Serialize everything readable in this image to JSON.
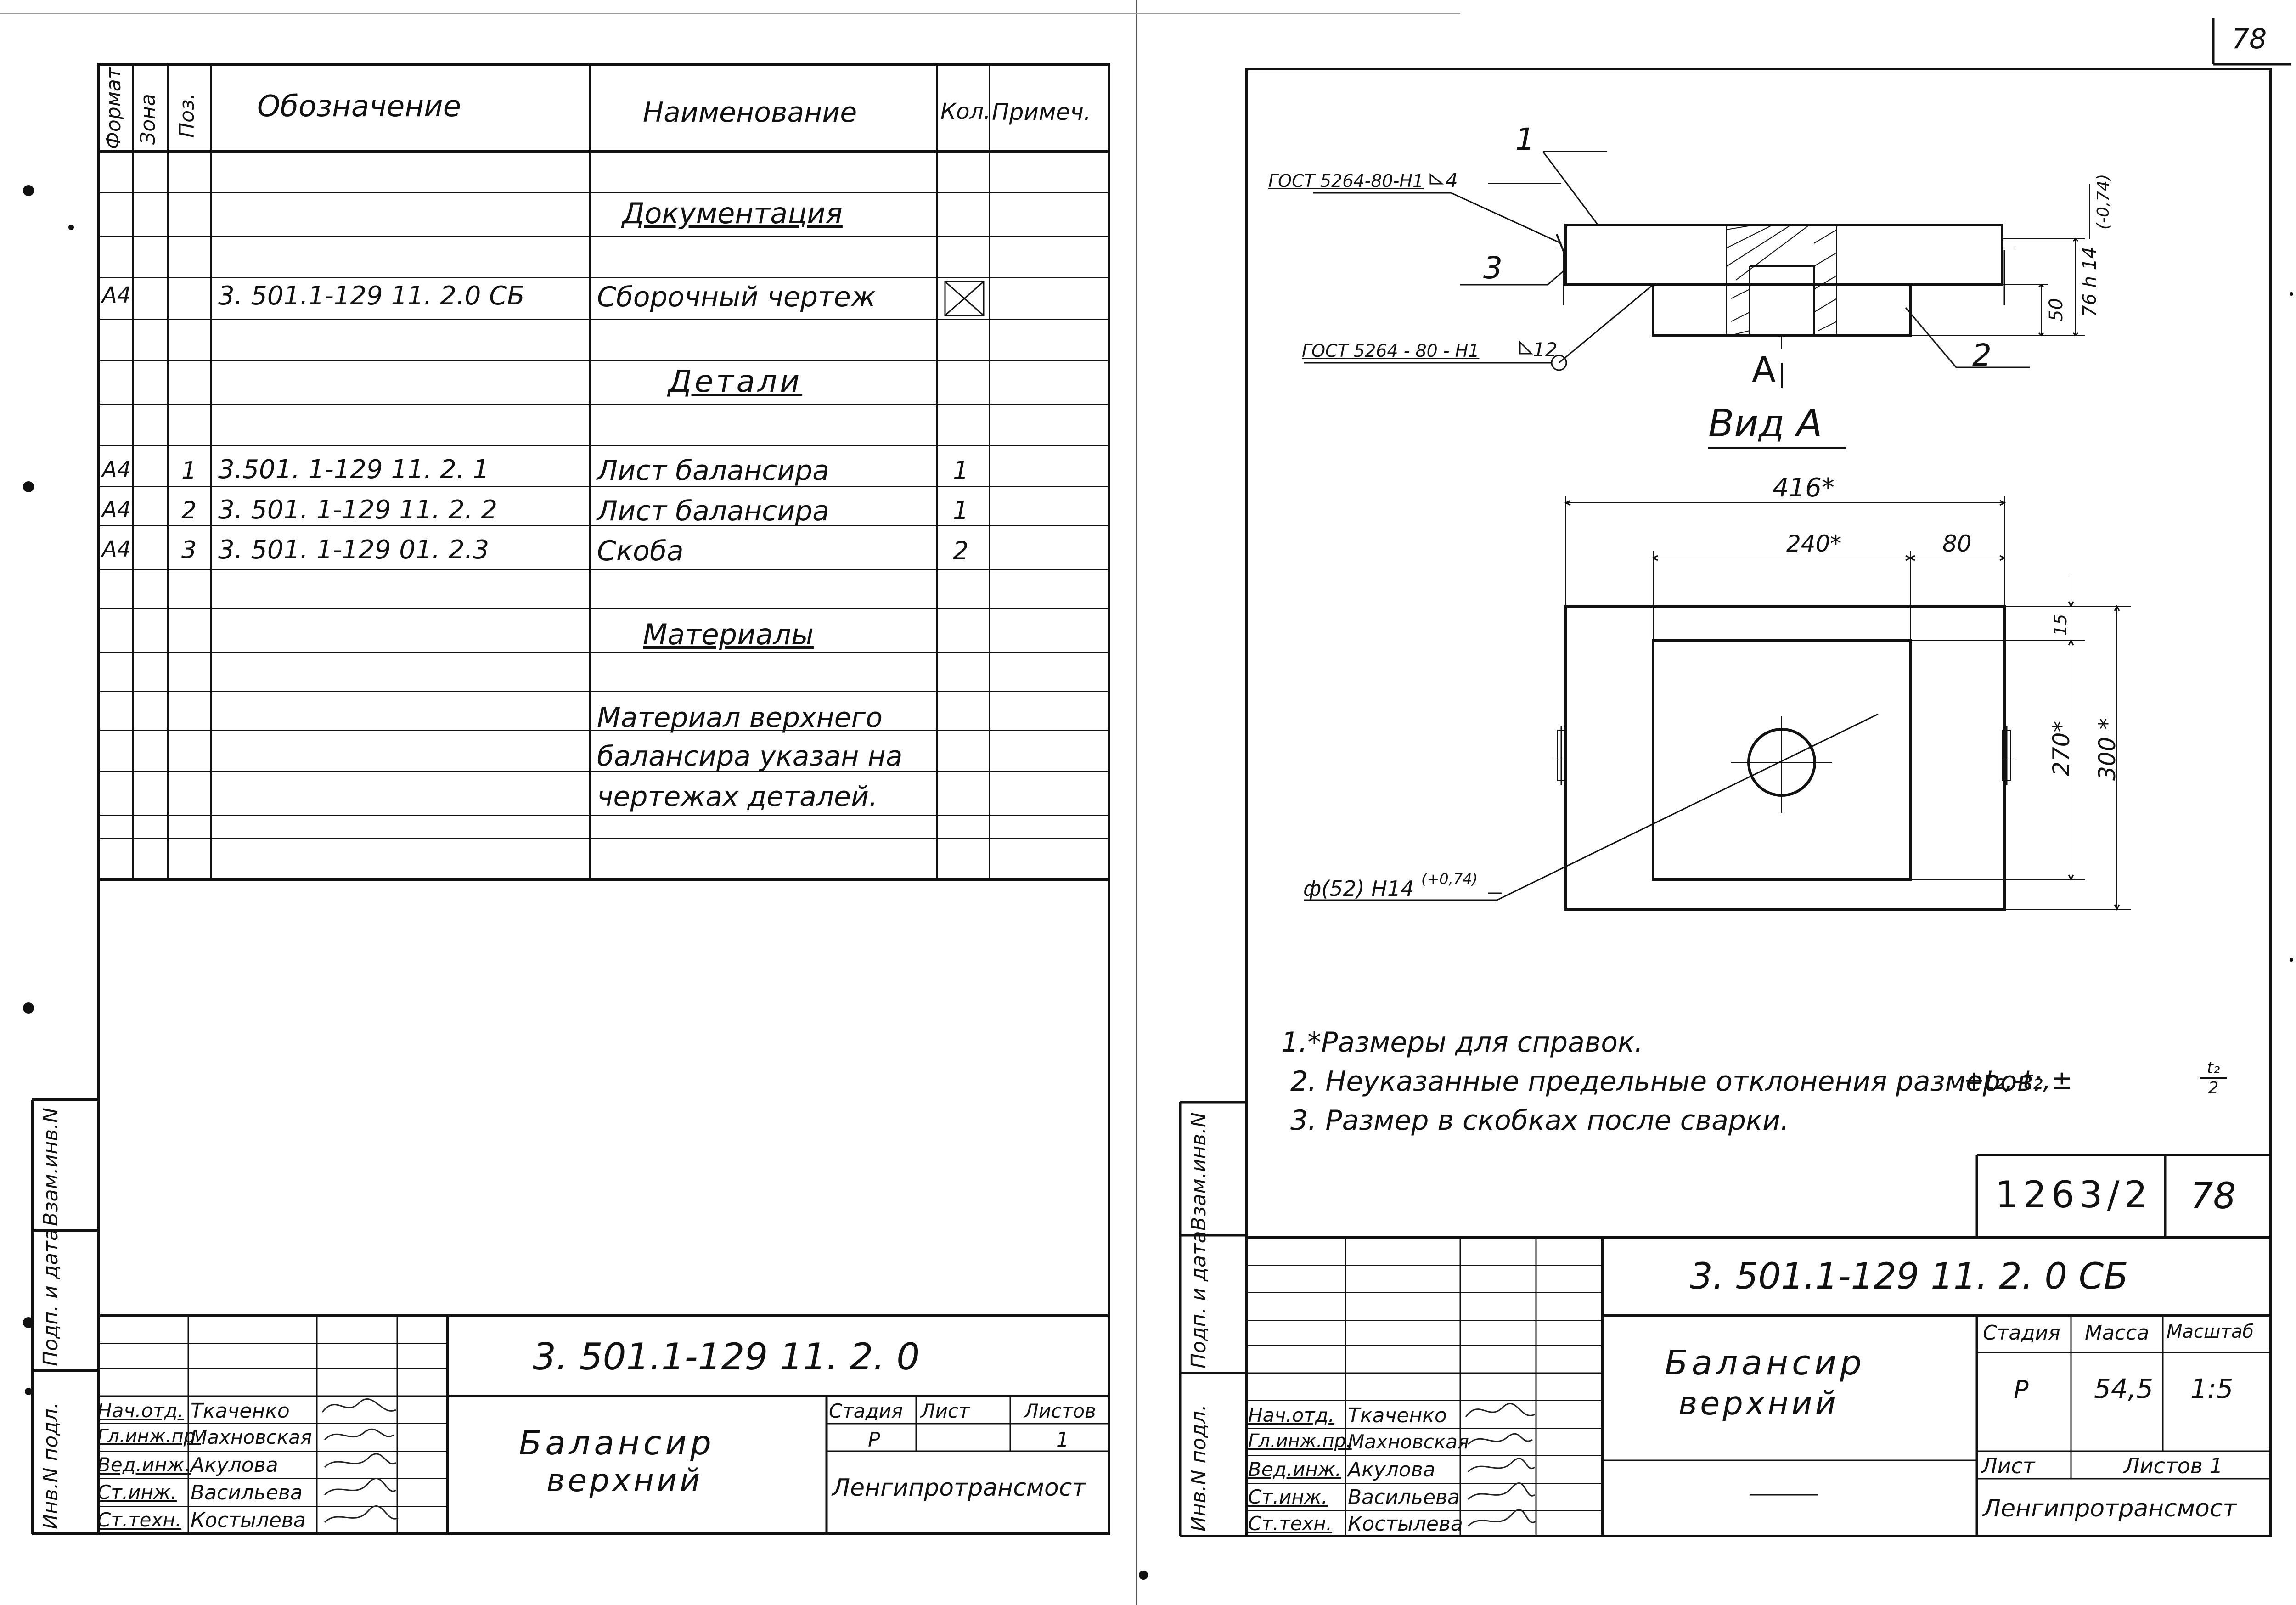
{
  "page_number": "78",
  "spec": {
    "headers": {
      "format": "Формат",
      "zone": "Зона",
      "pos": "Поз.",
      "designation": "Обозначение",
      "name": "Наименование",
      "qty": "Кол.",
      "note": "Примеч."
    },
    "section_docs": "Документация",
    "doc_row": {
      "format": "А4",
      "designation": "3. 501.1-129   11. 2.0 СБ",
      "name": "Сборочный чертеж"
    },
    "section_parts": "Детали",
    "parts": [
      {
        "format": "А4",
        "pos": "1",
        "designation": "3.501. 1-129   11. 2. 1",
        "name": "Лист балансира",
        "qty": "1"
      },
      {
        "format": "А4",
        "pos": "2",
        "designation": "3. 501. 1-129   11. 2. 2",
        "name": "Лист балансира",
        "qty": "1"
      },
      {
        "format": "А4",
        "pos": "3",
        "designation": "3. 501. 1-129   01. 2.3",
        "name": "Скоба",
        "qty": "2"
      }
    ],
    "section_materials": "Материалы",
    "material_note": [
      "Материал верхнего",
      "балансира указан на",
      "чертежах деталей."
    ]
  },
  "margin_labels": {
    "inv_podl": "Инв.N подл.",
    "podp_data": "Подп. и дата",
    "vzam_inv": "Взам.инв.N"
  },
  "left_title": {
    "code": "3. 501.1-129 11. 2. 0",
    "name_line1": "Балансир",
    "name_line2": "верхний",
    "stage_label": "Стадия",
    "sheet_label": "Лист",
    "sheets_label": "Листов",
    "stage": "Р",
    "sheets": "1",
    "org": "Ленгипротрансмост"
  },
  "people": [
    {
      "role": "Нач.отд.",
      "name": "Ткаченко"
    },
    {
      "role": "Гл.инж.пр.",
      "name": "Махновская"
    },
    {
      "role": "Вед.инж.",
      "name": "Акулова"
    },
    {
      "role": "Ст.инж.",
      "name": "Васильева"
    },
    {
      "role": "Ст.техн.",
      "name": "Костылева"
    }
  ],
  "drawing": {
    "gost1": "ГОСТ 5264-80-Н1",
    "gost1_leg": "4",
    "gost2": "ГОСТ 5264 - 80 - Н1",
    "gost2_leg": "12",
    "callouts": [
      "1",
      "2",
      "3"
    ],
    "dim_50": "50",
    "dim_76": "76 h 14",
    "dim_76_tol": "(-0,74)",
    "section_mark": "А",
    "view_title": "Вид А",
    "dim_416": "416*",
    "dim_240": "240*",
    "dim_80": "80",
    "dim_15": "15",
    "dim_270": "270*",
    "dim_300": "300 *",
    "hole": "ф(52) Н14",
    "hole_tol": "(+0,74)"
  },
  "notes": [
    "1.*Размеры для справок.",
    "2. Неуказанные предельные отклонения размеров:",
    "3. Размер в скобках  после сварки."
  ],
  "tolerance_expr": "+t₂,-t₂,±",
  "tol_frac_num": "t₂",
  "tol_frac_den": "2",
  "album": {
    "id": "1263/2",
    "sheet": "78"
  },
  "right_title": {
    "code": "3. 501.1-129 11.  2. 0 СБ",
    "name_line1": "Балансир",
    "name_line2": "верхний",
    "stage_label": "Стадия",
    "mass_label": "Масса",
    "scale_label": "Масштаб",
    "stage": "Р",
    "mass": "54,5",
    "scale": "1:5",
    "sheet_label": "Лист",
    "sheets_label": "Листов 1",
    "org": "Ленгипротрансмост"
  }
}
